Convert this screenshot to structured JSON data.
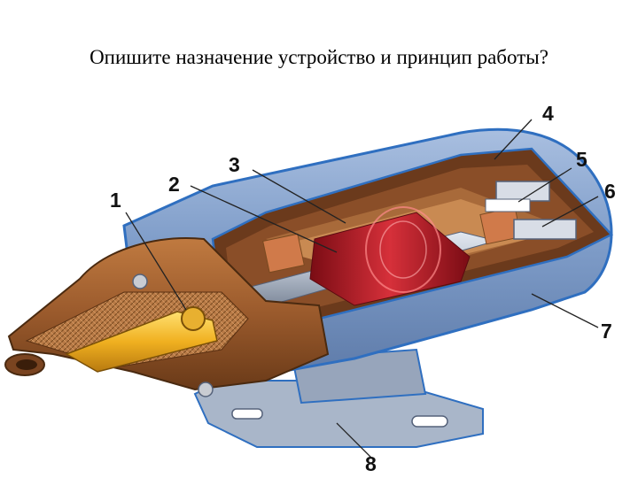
{
  "slide": {
    "title": "Опишите назначение устройство и принцип работы?"
  },
  "diagram": {
    "callouts": [
      {
        "id": "1",
        "label": "1"
      },
      {
        "id": "2",
        "label": "2"
      },
      {
        "id": "3",
        "label": "3"
      },
      {
        "id": "4",
        "label": "4"
      },
      {
        "id": "5",
        "label": "5"
      },
      {
        "id": "6",
        "label": "6"
      },
      {
        "id": "7",
        "label": "7"
      },
      {
        "id": "8",
        "label": "8"
      }
    ],
    "colors": {
      "housing_blue": "#7f9dc9",
      "housing_outline": "#2f6fc0",
      "cap_brown": "#9a5a2c",
      "winding_red": "#c8202a",
      "winding_copper": "#d07a4a",
      "core_steel": "#b9c2cf",
      "bracket_gray": "#a9b6c9",
      "terminal_gold": "#f0b020"
    }
  }
}
